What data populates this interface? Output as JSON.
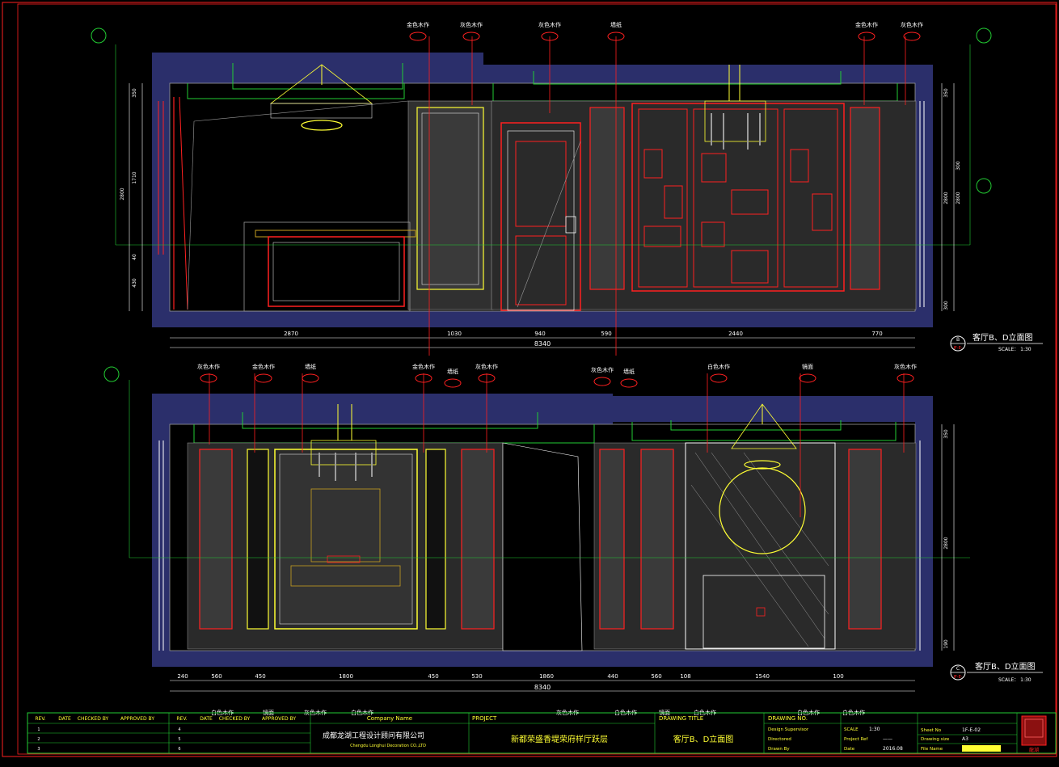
{
  "colors": {
    "bg": "#000000",
    "wall": "#2b2f6b",
    "red": "#ff2020",
    "yellow": "#ffff33",
    "white": "#ffffff",
    "green": "#22cc33",
    "gray": "#9a9a9a",
    "wood": "#c8a020"
  },
  "top_view": {
    "callouts": [
      "金色木作",
      "灰色木作",
      "灰色木作",
      "墙纸",
      "金色木作",
      "灰色木作"
    ],
    "dims_bottom": [
      "2870",
      "1030",
      "940",
      "590",
      "2440",
      "770"
    ],
    "total": "8340",
    "dims_left": [
      "350",
      "1710",
      "2800",
      "40",
      "430"
    ],
    "dims_right": [
      "350",
      "2800",
      "300",
      "2800",
      "300"
    ],
    "title": "客厅B、D立面图",
    "scale": "SCALE： 1:30",
    "marker_top": "B",
    "marker_bottom": "IF-E-"
  },
  "bottom_view": {
    "callouts_top": [
      "灰色木作",
      "金色木作",
      "墙纸",
      "金色木作",
      "墙纸",
      "灰色木作",
      "灰色木作",
      "墙纸",
      "白色木作",
      "镜面",
      "灰色木作"
    ],
    "callouts_bottom": [
      "白色木作",
      "镜面",
      "灰色木作",
      "白色木作",
      "灰色木作",
      "白色木作",
      "镜面",
      "白色木作",
      "白色木作",
      "白色木作"
    ],
    "dims_bottom": [
      "240",
      "560",
      "450",
      "1800",
      "450",
      "530",
      "1860",
      "440",
      "560",
      "108",
      "1540",
      "100"
    ],
    "total": "8340",
    "dims_right": [
      "350",
      "2800",
      "190"
    ],
    "title": "客厅B、D立面图",
    "scale": "SCALE： 1:30",
    "marker_top": "C",
    "marker_bottom": "IF-E-"
  },
  "title_block": {
    "headers": [
      "REV.",
      "DATE",
      "CHECKED BY",
      "APPROVED BY",
      "REV.",
      "DATE",
      "CHECKED BY",
      "APPROVED BY"
    ],
    "rows": [
      "1",
      "2",
      "3",
      "4",
      "5",
      "6"
    ],
    "company_header": "Company Name",
    "company_cn": "成都龙湖工程设计顾问有限公司",
    "company_en": "Chengdu Longhui Decoration CO.,LTD",
    "project_header": "PROJECT",
    "project_name": "新都荣盛香堤荣府样厅跃层",
    "drawing_title_header": "DRAWING  TITLE",
    "drawing_title": "客厅B、D立面图",
    "drawing_no_header": "DRAWING  NO.",
    "meta_labels": [
      "Design Supervisor",
      "Directored",
      "Drawn By"
    ],
    "scale_label": "SCALE",
    "scale_value": "1:30",
    "project_ref_label": "Project Ref",
    "project_ref_value": "——",
    "date_label": "Date",
    "date_value": "2016.08",
    "sheet_label": "Sheet No",
    "sheet_value": "1F-E-02",
    "size_label": "Drawing size",
    "size_value": "A3",
    "file_label": "File Name",
    "logo_text": "龍湖"
  }
}
